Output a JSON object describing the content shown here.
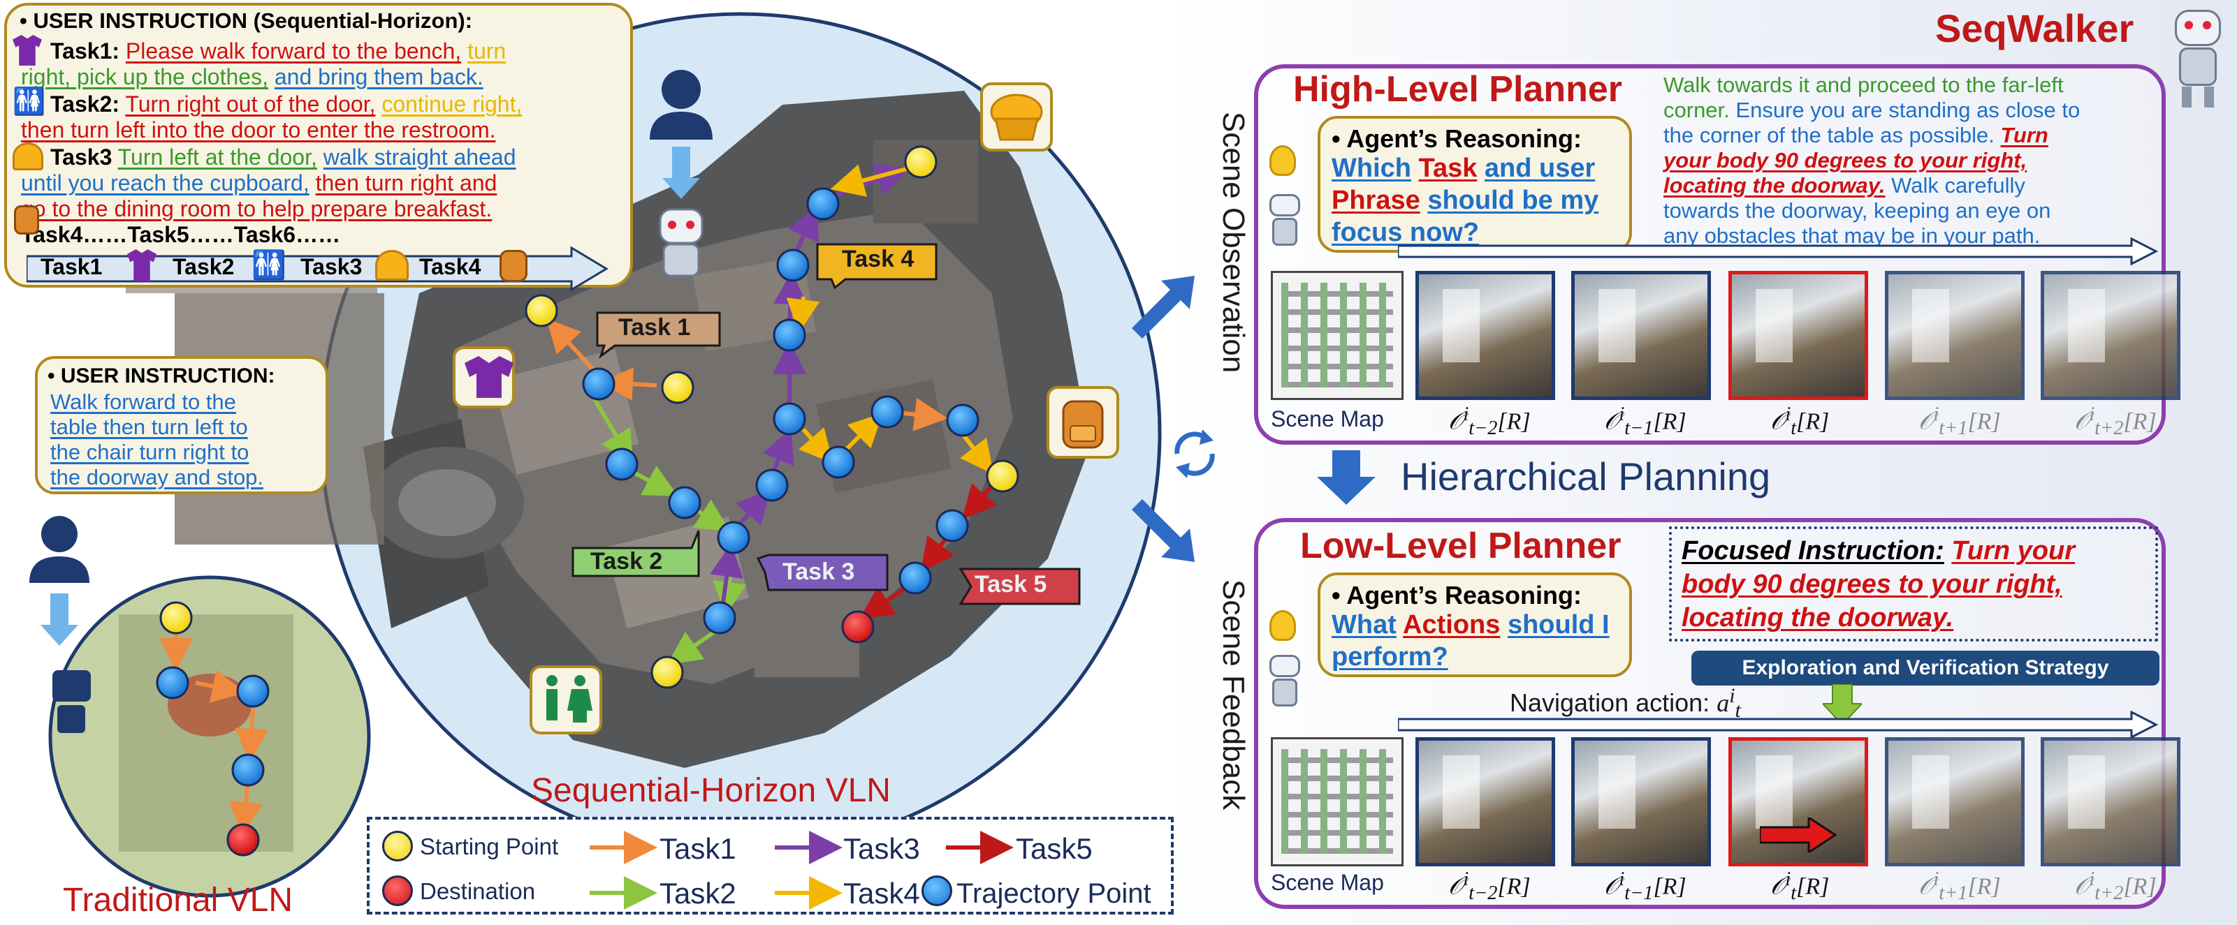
{
  "sequential_instruction": {
    "heading": "• USER INSTRUCTION (Sequential-Horizon):",
    "task1": {
      "label": "Task1:",
      "part1": "Please walk forward to the bench,",
      "part2": "turn",
      "part3": "right, pick up the clothes,",
      "part4": "and bring them back."
    },
    "task2": {
      "label": "Task2:",
      "part1": "Turn right out of the door,",
      "part2": "continue right,",
      "part3": "then turn left into the door to enter the restroom."
    },
    "task3": {
      "label": "Task3",
      "part1": "Turn left at the door,",
      "part2": "walk straight ahead",
      "part3": "until you reach the cupboard,",
      "part4": "then turn right and",
      "part5": "go to the dining room to help prepare breakfast."
    },
    "more": "Task4……Task5……Task6……",
    "sequence": [
      "Task1",
      "Task2",
      "Task3",
      "Task4"
    ]
  },
  "traditional_instruction": {
    "heading": "• USER INSTRUCTION:",
    "lines": [
      "Walk forward to the",
      "table then turn left to",
      "the chair turn right to",
      "the doorway and stop."
    ]
  },
  "task_labels": {
    "task1": "Task 1",
    "task2": "Task 2",
    "task3": "Task 3",
    "task4": "Task 4",
    "task5": "Task 5"
  },
  "captions": {
    "traditional": "Traditional VLN",
    "sequential": "Sequential-Horizon VLN"
  },
  "legend": {
    "starting_point": "Starting Point",
    "destination": "Destination",
    "task1": "Task1",
    "task2": "Task2",
    "task3": "Task3",
    "task4": "Task4",
    "task5": "Task5",
    "trajectory_point": "Trajectory Point",
    "colors": {
      "task1": "#f08a3c",
      "task2": "#8cc63f",
      "task3": "#7b3fa8",
      "task4": "#f5b800",
      "task5": "#c01818"
    }
  },
  "right": {
    "title": "SeqWalker",
    "scene_observation": "Scene Observation",
    "scene_feedback": "Scene Feedback",
    "hierarchical_planning": "Hierarchical Planning",
    "high_level": {
      "title": "High-Level Planner",
      "reasoning_heading": "• Agent’s Reasoning:",
      "q1": "Which",
      "q2": "Task",
      "q3": "and user",
      "q4": "Phrase",
      "q5": "should be my",
      "q6": "focus now?",
      "text_green1": "Walk towards it and proceed to the far-left",
      "text_green2": "corner.",
      "text_blue1": "Ensure you are standing as close to",
      "text_blue2": "the corner of the table as possible.",
      "text_red1": "Turn",
      "text_red2": "your body 90 degrees to your right,",
      "text_red3": "locating the doorway.",
      "text_blue3": "Walk carefully",
      "text_blue4": "towards the doorway, keeping an eye on",
      "text_blue5": "any obstacles that may be in your path."
    },
    "low_level": {
      "title": "Low-Level Planner",
      "reasoning_heading": "• Agent’s Reasoning:",
      "q1": "What",
      "q2": "Actions",
      "q3": "should I",
      "q4": "perform?",
      "focused_label": "Focused Instruction:",
      "focused_1": "Turn your",
      "focused_2": "body 90 degrees to your right,",
      "focused_3": "locating the doorway.",
      "strategy": "Exploration and Verification Strategy",
      "nav_action": "Navigation action:"
    },
    "scene_map": "Scene Map"
  }
}
